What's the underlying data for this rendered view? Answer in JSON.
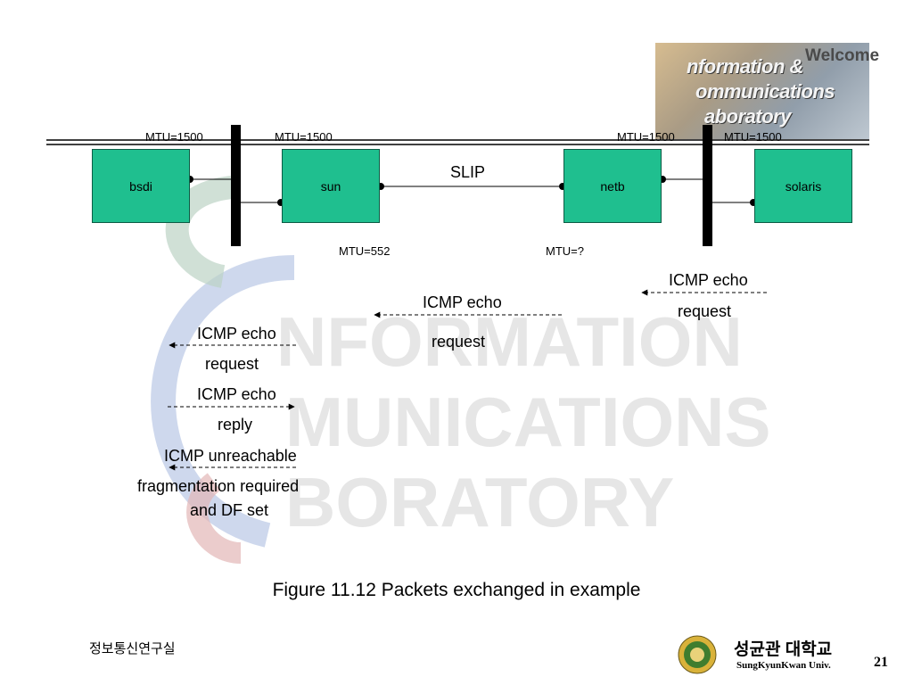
{
  "logo": {
    "welcome": "Welcome",
    "lines": [
      "nformation &",
      "ommunications",
      "aboratory"
    ]
  },
  "network": {
    "hosts": [
      {
        "id": "bsdi",
        "label": "bsdi"
      },
      {
        "id": "sun",
        "label": "sun"
      },
      {
        "id": "netb",
        "label": "netb"
      },
      {
        "id": "solaris",
        "label": "solaris"
      }
    ],
    "link_label": "SLIP",
    "mtus": {
      "left_bsdi": "MTU=1500",
      "left_sun": "MTU=1500",
      "right_netb": "MTU=1500",
      "right_solaris": "MTU=1500",
      "slip_sun": "MTU=552",
      "slip_netb": "MTU=?"
    }
  },
  "packets": {
    "p1": {
      "line1": "ICMP echo",
      "line2": "request"
    },
    "p2": {
      "line1": "ICMP echo",
      "line2": "request"
    },
    "p3": {
      "line1": "ICMP echo",
      "line2": "request"
    },
    "p4": {
      "line1": "ICMP echo",
      "line2": "reply"
    },
    "p5": {
      "line1": "ICMP unreachable",
      "line2": "fragmentation required",
      "line3": "and DF set"
    }
  },
  "caption": "Figure 11.12 Packets exchanged in example",
  "footer": {
    "lab_name": "정보통신연구실",
    "university_kr": "성균관 대학교",
    "university_en": "SungKyunKwan Univ.",
    "page_number": "21"
  }
}
